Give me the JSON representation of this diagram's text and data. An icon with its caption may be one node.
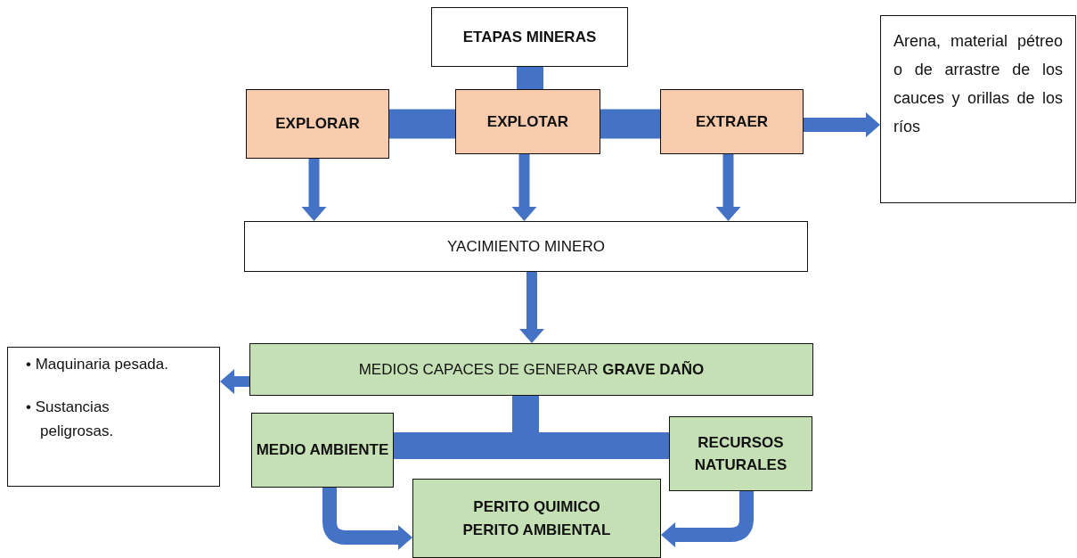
{
  "diagram": {
    "nodes": [
      {
        "text": [
          "ETAPAS MINERAS"
        ]
      },
      {
        "text": [
          "EXPLORAR"
        ]
      },
      {
        "text": [
          "EXPLOTAR"
        ]
      },
      {
        "text": [
          "EXTRAER"
        ]
      },
      {
        "text": [
          "Arena, material pétreo o de arrastre de los cauces y orillas de los ríos"
        ]
      },
      {
        "text": [
          "YACIMIENTO MINERO"
        ]
      },
      {
        "text": [
          "MEDIOS CAPACES DE GENERAR **GRAVE DAÑO**"
        ]
      },
      {
        "text": [
          "• Maquinaria pesada.",
          "• Sustancias peligrosas."
        ]
      },
      {
        "text": [
          "MEDIO AMBIENTE"
        ]
      },
      {
        "text": [
          "RECURSOS NATURALES"
        ]
      },
      {
        "text": [
          "PERITO QUIMICO",
          "PERITO AMBIENTAL"
        ]
      }
    ],
    "edges": [
      {
        "from": 0,
        "to": 2,
        "arrow": "none",
        "style": "thick"
      },
      {
        "from": 1,
        "to": 2,
        "arrow": "none",
        "style": "thick"
      },
      {
        "from": 2,
        "to": 3,
        "arrow": "none",
        "style": "thick"
      },
      {
        "from": 3,
        "to": 4,
        "arrow": "to"
      },
      {
        "from": 1,
        "to": 5,
        "arrow": "to"
      },
      {
        "from": 2,
        "to": 5,
        "arrow": "to"
      },
      {
        "from": 3,
        "to": 5,
        "arrow": "to"
      },
      {
        "from": 5,
        "to": 6,
        "arrow": "to"
      },
      {
        "from": 6,
        "to": 7,
        "arrow": "to"
      },
      {
        "from": 6,
        "to": 8,
        "arrow": "none",
        "style": "thick"
      },
      {
        "from": 6,
        "to": 9,
        "arrow": "none",
        "style": "thick"
      },
      {
        "from": 8,
        "to": 10,
        "arrow": "to"
      },
      {
        "from": 9,
        "to": 10,
        "arrow": "to"
      }
    ]
  }
}
